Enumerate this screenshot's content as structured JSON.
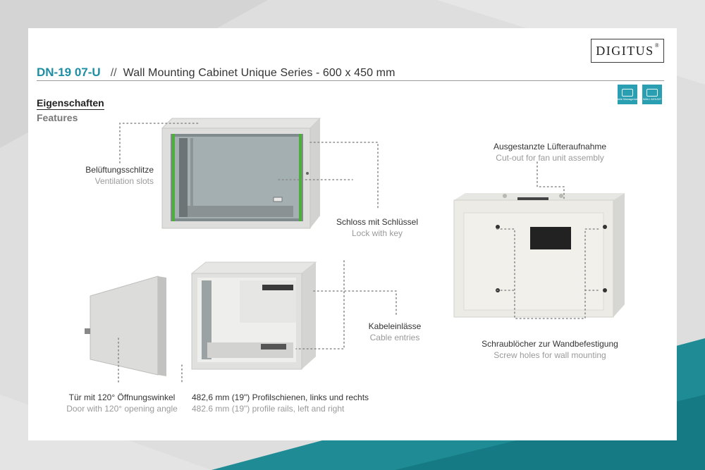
{
  "brand": {
    "name": "DIGITUS",
    "mark": "®"
  },
  "header": {
    "sku": "DN-19 07-U",
    "separator": "//",
    "subtitle": "Wall Mounting Cabinet Unique Series - 600 x 450 mm"
  },
  "badges": [
    {
      "label": "Cable Management",
      "icon": "cable-management-icon"
    },
    {
      "label": "WALL MOUNT",
      "icon": "wall-mount-icon"
    }
  ],
  "section": {
    "title_de": "Eigenschaften",
    "title_en": "Features"
  },
  "features": [
    {
      "de": "Belüftungsschlitze",
      "en": "Ventilation slots"
    },
    {
      "de": "Schloss mit Schlüssel",
      "en": "Lock with key"
    },
    {
      "de": "Ausgestanzte Lüfteraufnahme",
      "en": "Cut-out for fan unit assembly"
    },
    {
      "de": "Kabeleinlässe",
      "en": "Cable entries"
    },
    {
      "de": "Schraublöcher zur Wandbefestigung",
      "en": "Screw holes for wall mounting"
    },
    {
      "de": "Tür mit 120° Öffnungswinkel",
      "en": "Door with 120° opening angle"
    },
    {
      "de": "482,6 mm (19\") Profilschienen, links und rechts",
      "en": "482.6 mm (19\") profile rails, left and right"
    }
  ],
  "colors": {
    "accent": "#1d8ea3",
    "badge": "#2a9fb2",
    "teal_band": "#1e8a94"
  }
}
